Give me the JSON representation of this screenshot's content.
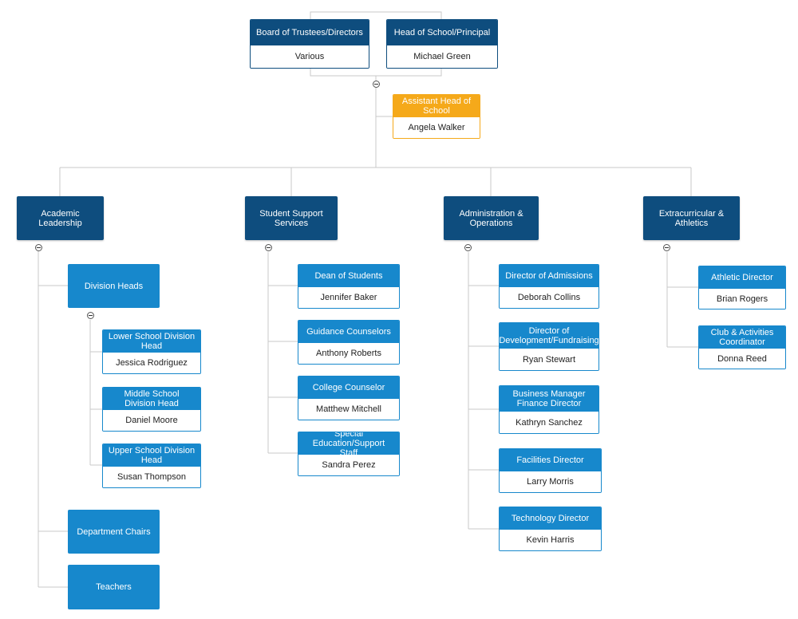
{
  "colors": {
    "dark_header": "#0e4d7e",
    "light_header": "#1788cc",
    "highlight_header": "#f5a91a",
    "connector": "#c8c8c8"
  },
  "top": {
    "board": {
      "title": "Board of Trustees/Directors",
      "name": "Various"
    },
    "head": {
      "title": "Head of School/Principal",
      "name": "Michael Green"
    },
    "assistant": {
      "title": "Assistant Head of School",
      "name": "Angela Walker"
    }
  },
  "departments": {
    "academic": {
      "title": "Academic Leadership",
      "division_heads": "Division Heads",
      "lower": {
        "title": "Lower School Division Head",
        "name": "Jessica Rodriguez"
      },
      "middle": {
        "title": "Middle School Division Head",
        "name": "Daniel Moore"
      },
      "upper": {
        "title": "Upper School Division Head",
        "name": "Susan Thompson"
      },
      "department_chairs": "Department Chairs",
      "teachers": "Teachers"
    },
    "student": {
      "title": "Student Support Services",
      "dean": {
        "title": "Dean of Students",
        "name": "Jennifer Baker"
      },
      "guidance": {
        "title": "Guidance Counselors",
        "name": "Anthony Roberts"
      },
      "college": {
        "title": "College Counselor",
        "name": "Matthew Mitchell"
      },
      "special": {
        "title": "Special Education/Support Staff",
        "name": "Sandra Perez"
      }
    },
    "admin": {
      "title": "Administration & Operations",
      "admissions": {
        "title": "Director of Admissions",
        "name": "Deborah Collins"
      },
      "development": {
        "title": "Director of Development/Fundraising",
        "name": "Ryan Stewart"
      },
      "business": {
        "title": "Business Manager Finance Director",
        "name": "Kathryn Sanchez"
      },
      "facilities": {
        "title": "Facilities Director",
        "name": "Larry Morris"
      },
      "technology": {
        "title": "Technology Director",
        "name": "Kevin Harris"
      }
    },
    "extra": {
      "title": "Extracurricular & Athletics",
      "athletic": {
        "title": "Athletic Director",
        "name": "Brian Rogers"
      },
      "club": {
        "title": "Club & Activities Coordinator",
        "name": "Donna Reed"
      }
    }
  }
}
